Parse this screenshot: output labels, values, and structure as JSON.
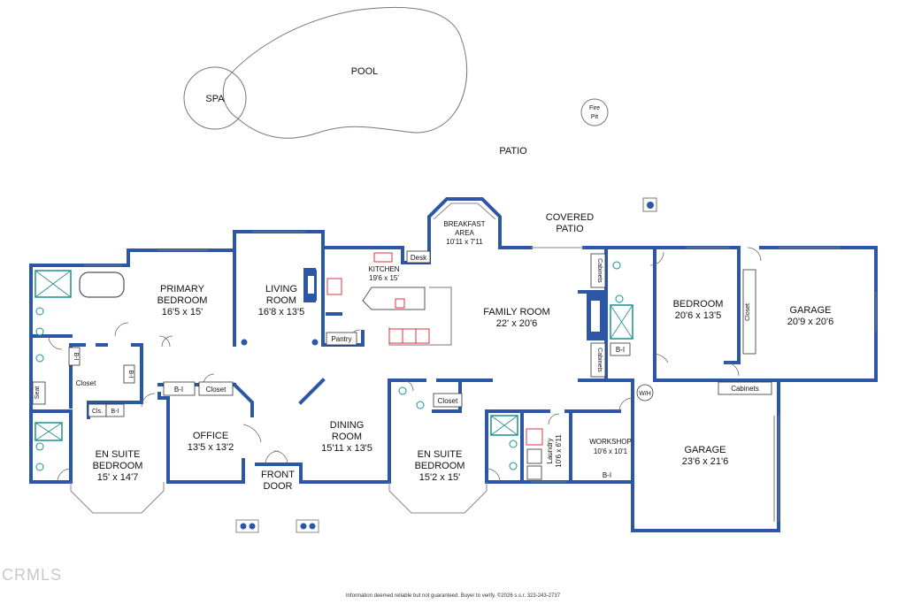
{
  "outdoor": {
    "pool": "POOL",
    "spa": "SPA",
    "fire_pit_line1": "Fire",
    "fire_pit_line2": "Pit",
    "patio": "PATIO",
    "covered_patio_line1": "COVERED",
    "covered_patio_line2": "PATIO"
  },
  "rooms": {
    "primary_bedroom": {
      "name1": "PRIMARY",
      "name2": "BEDROOM",
      "size": "16'5 x 15'"
    },
    "living_room": {
      "name1": "LIVING",
      "name2": "ROOM",
      "size": "16'8 x 13'5"
    },
    "kitchen": {
      "name": "KITCHEN",
      "size": "19'6 x 15'"
    },
    "breakfast_area": {
      "name1": "BREAKFAST",
      "name2": "AREA",
      "size": "10'11 x 7'11"
    },
    "family_room": {
      "name": "FAMILY ROOM",
      "size": "22' x 20'6"
    },
    "bedroom": {
      "name": "BEDROOM",
      "size": "20'6 x 13'5"
    },
    "garage_upper": {
      "name": "GARAGE",
      "size": "20'9 x 20'6"
    },
    "office": {
      "name": "OFFICE",
      "size": "13'5 x 13'2"
    },
    "dining_room": {
      "name1": "DINING",
      "name2": "ROOM",
      "size": "15'11 x 13'5"
    },
    "en_suite_left": {
      "name1": "EN SUITE",
      "name2": "BEDROOM",
      "size": "15' x 14'7"
    },
    "en_suite_mid": {
      "name1": "EN SUITE",
      "name2": "BEDROOM",
      "size": "15'2 x 15'"
    },
    "laundry": {
      "name": "Laundry",
      "size": "10'6 x 6'11"
    },
    "workshop": {
      "name": "WORKSHOP",
      "size": "10'6 x 10'1"
    },
    "garage_lower": {
      "name": "GARAGE",
      "size": "23'6 x 21'6"
    },
    "front_door": {
      "name1": "FRONT",
      "name2": "DOOR"
    }
  },
  "labels": {
    "desk": "Desk",
    "pantry": "Pantry",
    "closet": "Closet",
    "closet_short": "Cls.",
    "built_in": "B-I",
    "seat": "Seat",
    "cabinets": "Cabinets",
    "water_heater": "W/H"
  },
  "watermark": "CRMLS",
  "disclaimer": "Information deemed reliable but not guaranteed. Buyer to verify. ©2026 s.s.r. 323-243-2737",
  "colors": {
    "wall": "#2b57a6",
    "fixture": "#1c8f8f",
    "appliance": "#e0323c"
  }
}
